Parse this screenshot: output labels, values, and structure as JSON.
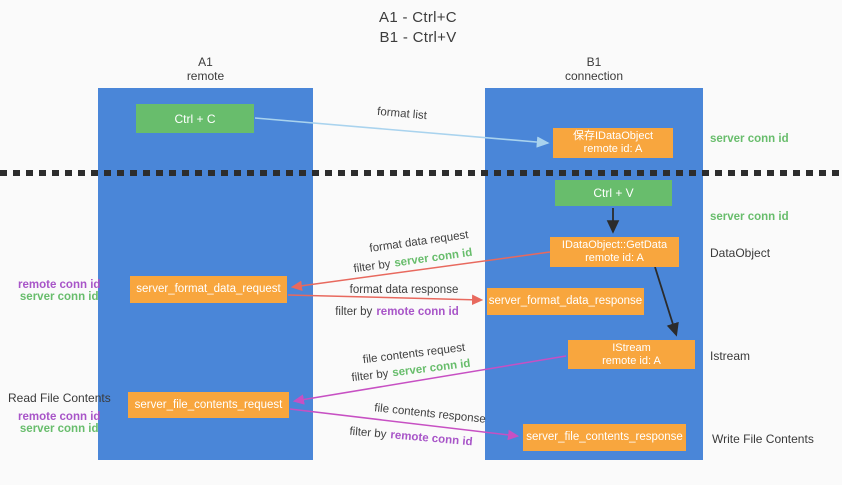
{
  "title": {
    "line1": "A1 - Ctrl+C",
    "line2": "B1 - Ctrl+V"
  },
  "columns": {
    "a": {
      "id": "A1",
      "subtitle": "remote"
    },
    "b": {
      "id": "B1",
      "subtitle": "connection"
    }
  },
  "nodes": {
    "ctrl_c": "Ctrl + C",
    "ctrl_v": "Ctrl + V",
    "save_idataobject": {
      "line1": "保存IDataObject",
      "line2": "remote id: A"
    },
    "getdata": {
      "line1": "IDataObject::GetData",
      "line2": "remote id: A"
    },
    "istream": {
      "line1": "IStream",
      "line2": "remote id: A"
    },
    "format_request": "server_format_data_request",
    "format_response": "server_format_data_response",
    "file_request": "server_file_contents_request",
    "file_response": "server_file_contents_response"
  },
  "edge_labels": {
    "format_list": "format list",
    "format_data_request": "format data request",
    "format_data_response": "format data response",
    "file_contents_request": "file contents request",
    "file_contents_response": "file contents response",
    "filter_by": "filter by",
    "server_conn_id": "server conn id",
    "remote_conn_id": "remote conn id"
  },
  "side_labels": {
    "server_conn_id": "server conn id",
    "remote_conn_id": "remote conn id",
    "dataobject": "DataObject",
    "istream": "Istream",
    "write_file_contents": "Write File Contents",
    "read_file_contents": "Read File Contents"
  },
  "colors": {
    "lane_blue": "#4a86d8",
    "node_green": "#68bd6c",
    "node_orange": "#f8a63e",
    "arrow_red": "#e8695e",
    "arrow_magenta": "#c750c3",
    "arrow_lightblue": "#a9d3ee",
    "arrow_black": "#2b2b2b",
    "text_green": "#68bd6c",
    "text_purple": "#a855c8",
    "background": "#fafafa"
  }
}
